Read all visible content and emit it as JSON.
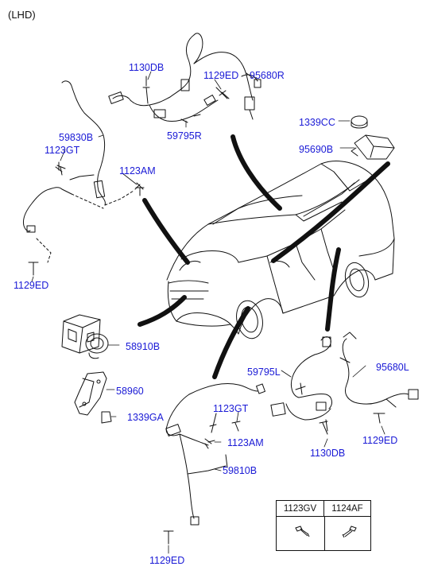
{
  "drive_note": "(LHD)",
  "labels": {
    "l1130DB_top": "1130DB",
    "l1129ED_top": "1129ED",
    "l95680R": "95680R",
    "l59795R": "59795R",
    "l59830B": "59830B",
    "l1123GT_left": "1123GT",
    "l1123AM_left": "1123AM",
    "l1129ED_left": "1129ED",
    "l1339CC": "1339CC",
    "l95690B": "95690B",
    "l58910B": "58910B",
    "l58960": "58960",
    "l1339GA": "1339GA",
    "l59795L": "59795L",
    "l95680L": "95680L",
    "l1123GT_mid": "1123GT",
    "l1123AM_mid": "1123AM",
    "l59810B": "59810B",
    "l1130DB_bot": "1130DB",
    "l1129ED_right": "1129ED",
    "l1129ED_bottom": "1129ED"
  },
  "legend": {
    "col1": "1123GV",
    "col2": "1124AF"
  },
  "colors": {
    "label": "#1a1ad6",
    "line": "#111111"
  }
}
